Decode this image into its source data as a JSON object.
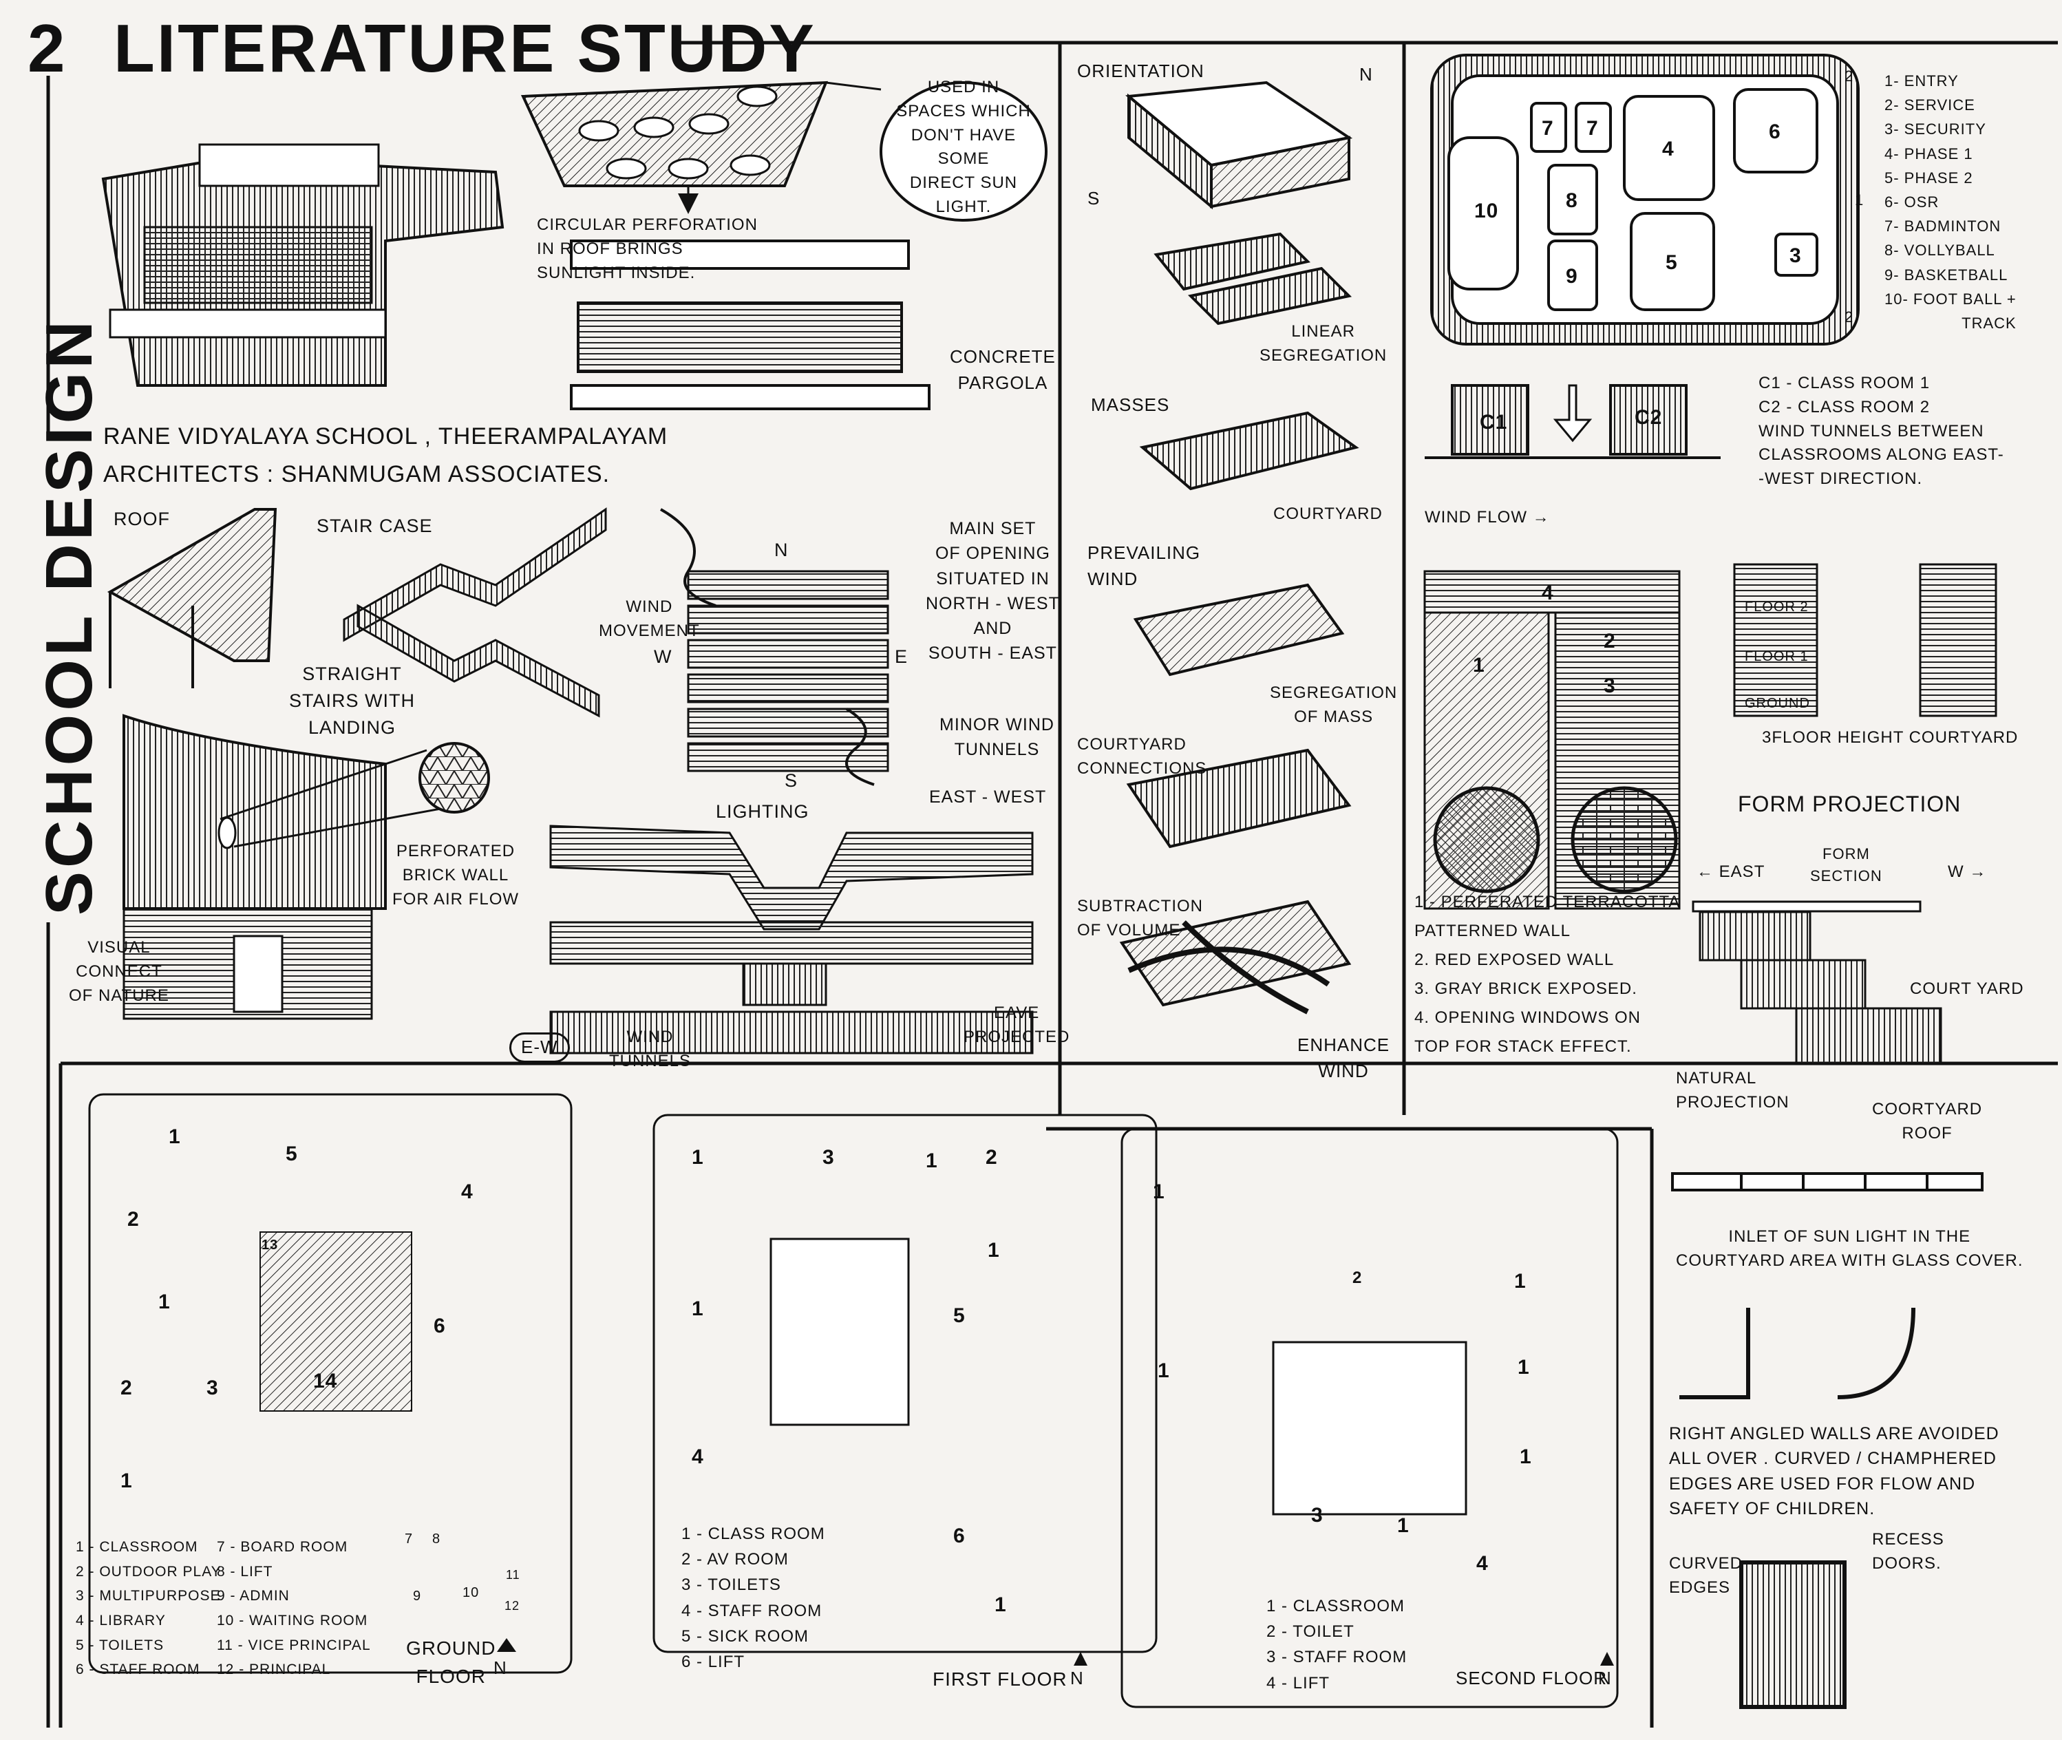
{
  "header": {
    "number": "2",
    "title": "LITERATURE STUDY",
    "side_title": "SCHOOL DESIGN"
  },
  "project": {
    "name": "RANE VIDYALAYA SCHOOL , THEERAMPALAYAM",
    "architects": "ARCHITECTS : SHANMUGAM ASSOCIATES."
  },
  "sketches": {
    "perforation_note": "USED IN\nSPACES WHICH\nDON'T HAVE SOME\nDIRECT SUN\nLIGHT.",
    "circular_perforation": "CIRCULAR PERFORATION\nIN ROOF BRINGS\nSUNLIGHT INSIDE.",
    "concrete_pergola": "CONCRETE\nPARGOLA",
    "roof": "ROOF",
    "staircase": "STAIR CASE",
    "straight_stairs": "STRAIGHT\nSTAIRS WITH\nLANDING",
    "wind_movement": "WIND\nMOVEMENT",
    "main_opening": "MAIN SET\nOF OPENING\nSITUATED IN\nNORTH - WEST\nAND\nSOUTH - EAST",
    "minor_wind": "MINOR WIND\nTUNNELS",
    "east_west": "EAST - WEST",
    "lighting": "LIGHTING",
    "perforated_brick": "PERFORATED\nBRICK WALL\nFOR AIR FLOW",
    "visual_connect": "VISUAL\nCONNECT\nOF NATURE",
    "ew_badge": "E-W",
    "wind_tunnels": "WIND\nTUNNELS",
    "eave_projected": "EAVE\nPROJECTED",
    "compass_n": "N",
    "compass_s": "S",
    "compass_e": "E",
    "compass_w": "W"
  },
  "concepts": {
    "orientation": "ORIENTATION",
    "linear_segregation": "LINEAR\nSEGREGATION",
    "masses": "MASSES",
    "courtyard": "COURTYARD",
    "prevailing_wind": "PREVAILING\nWIND",
    "segregation_of_mass": "SEGREGATION\nOF MASS",
    "courtyard_connections": "COURTYARD\nCONNECTIONS",
    "subtraction": "SUBTRACTION\nOF VOLUME",
    "enhance_wind": "ENHANCE\nWIND",
    "n": "N",
    "s": "S"
  },
  "site": {
    "blocks": [
      "10",
      "7",
      "7",
      "8",
      "9",
      "4",
      "5",
      "6",
      "3"
    ],
    "legend": [
      "1- ENTRY",
      "2- SERVICE",
      "3- SECURITY",
      "4- PHASE 1",
      "5- PHASE 2",
      "6- OSR",
      "7- BADMINTON",
      "8- VOLLYBALL",
      "9- BASKETBALL",
      "10- FOOT BALL +\nTRACK"
    ],
    "markers": [
      "2",
      "1",
      "2"
    ]
  },
  "climate": {
    "c1": "C1",
    "c2": "C2",
    "wind_flow": "WIND FLOW →",
    "classroom_note": "C1 - CLASS ROOM 1\nC2 - CLASS ROOM 2\nWIND TUNNELS BETWEEN\nCLASSROOMS ALONG EAST-\n-WEST DIRECTION.",
    "elev_labels": [
      "4",
      "1",
      "2",
      "3"
    ],
    "materials": "1 - PERFERATED TERRACOTTA\nPATTERNED WALL\n2. RED EXPOSED WALL\n3. GRAY BRICK EXPOSED.\n4. OPENING WINDOWS ON\nTOP FOR STACK EFFECT.",
    "floor2": "FLOOR 2",
    "floor1": "FLOOR 1",
    "ground": "GROUND",
    "three_floor": "3FLOOR HEIGHT COURTYARD",
    "form_projection": "FORM PROJECTION",
    "east": "← EAST",
    "west": "W →",
    "form_section": "FORM\nSECTION",
    "courtyard": "COURT YARD",
    "natural_projection": "NATURAL\nPROJECTION",
    "courtyard_roof": "COORTYARD\nROOF",
    "inlet_note": "INLET OF SUN LIGHT IN THE\nCOURTYARD AREA WITH GLASS COVER.",
    "right_angle_note": "RIGHT ANGLED WALLS ARE AVOIDED\nALL OVER . CURVED / CHAMPHERED\nEDGES ARE USED FOR FLOW AND\nSAFETY OF CHILDREN.",
    "curved_edges": "CURVED\nEDGES",
    "recess_doors": "RECESS\nDOORS."
  },
  "plans": {
    "ground": {
      "title": "GROUND\nFLOOR",
      "rooms": [
        "1",
        "5",
        "4",
        "2",
        "13",
        "1",
        "6",
        "14",
        "2",
        "3",
        "1",
        "7",
        "8",
        "9",
        "10",
        "11",
        "12"
      ],
      "legend_a": [
        "1 - CLASSROOM",
        "2 - OUTDOOR PLAY",
        "3 - MULTIPURPOSE",
        "4 - LIBRARY",
        "5 - TOILETS",
        "6 - STAFF ROOM"
      ],
      "legend_b": [
        "7 - BOARD ROOM",
        "8 - LIFT",
        "9 - ADMIN",
        "10 - WAITING ROOM",
        "11 - VICE PRINCIPAL",
        "12 - PRINCIPAL"
      ]
    },
    "first": {
      "title": "FIRST FLOOR",
      "rooms": [
        "1",
        "3",
        "1",
        "2",
        "1",
        "1",
        "5",
        "4",
        "6",
        "1"
      ],
      "legend": [
        "1 - CLASS ROOM",
        "2 - AV ROOM",
        "3 - TOILETS",
        "4 - STAFF ROOM",
        "5 - SICK ROOM",
        "6 - LIFT"
      ]
    },
    "second": {
      "title": "SECOND FLOOR",
      "rooms": [
        "1",
        "2",
        "1",
        "1",
        "1",
        "1",
        "3",
        "1",
        "4"
      ],
      "legend": [
        "1 - CLASSROOM",
        "2 - TOILET",
        "3 - STAFF ROOM",
        "4 - LIFT"
      ]
    },
    "north": "N"
  }
}
